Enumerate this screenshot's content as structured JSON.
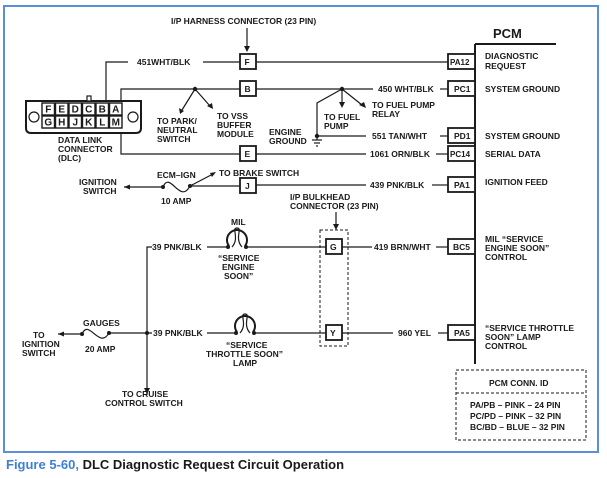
{
  "caption": {
    "figure_number": "Figure 5-60,",
    "title": "DLC Diagnostic Request Circuit Operation",
    "figure_color": "#3d7fd6"
  },
  "pcm": {
    "title": "PCM",
    "pins": [
      {
        "pin": "PA12",
        "function_lines": [
          "DIAGNOSTIC",
          "REQUEST"
        ],
        "wire": ""
      },
      {
        "pin": "PC1",
        "function_lines": [
          "SYSTEM GROUND"
        ],
        "wire": "450 WHT/BLK"
      },
      {
        "pin": "PD1",
        "function_lines": [
          "SYSTEM GROUND"
        ],
        "wire": "551 TAN/WHT"
      },
      {
        "pin": "PC14",
        "function_lines": [
          "SERIAL DATA"
        ],
        "wire": "1061 ORN/BLK"
      },
      {
        "pin": "PA1",
        "function_lines": [
          "IGNITION FEED"
        ],
        "wire": "439 PNK/BLK"
      },
      {
        "pin": "BC5",
        "function_lines": [
          "MIL “SERVICE",
          "ENGINE SOON”",
          "CONTROL"
        ],
        "wire": "419 BRN/WHT"
      },
      {
        "pin": "PA5",
        "function_lines": [
          "“SERVICE THROTTLE",
          "SOON” LAMP",
          "CONTROL"
        ],
        "wire": "960 YEL"
      }
    ]
  },
  "ip_harness_connector": {
    "label": "I/P HARNESS CONNECTOR (23 PIN)",
    "pins": [
      "F",
      "B",
      "E",
      "J"
    ]
  },
  "ip_bulkhead_connector": {
    "label_lines": [
      "I/P BULKHEAD",
      "CONNECTOR (23 PIN)"
    ],
    "pins": [
      "G",
      "Y"
    ]
  },
  "dlc": {
    "top_row": [
      "F",
      "E",
      "D",
      "C",
      "B",
      "A"
    ],
    "bottom_row": [
      "G",
      "H",
      "J",
      "K",
      "L",
      "M"
    ],
    "label_lines": [
      "DATA LINK",
      "CONNECTOR",
      "(DLC)"
    ]
  },
  "wires": {
    "dlc_diag": "451WHT/BLK",
    "mil_feed": "39 PNK/BLK",
    "throttle_feed": "39 PNK/BLK"
  },
  "labels": {
    "to_park_neutral": [
      "TO PARK/",
      "NEUTRAL",
      "SWITCH"
    ],
    "to_vss": [
      "TO VSS",
      "BUFFER",
      "MODULE"
    ],
    "to_fuel_pump": [
      "TO FUEL",
      "PUMP"
    ],
    "to_fuel_pump_relay": [
      "TO FUEL PUMP",
      "RELAY"
    ],
    "engine_ground": [
      "ENGINE",
      "GROUND"
    ],
    "ignition_switch": [
      "IGNITION",
      "SWITCH"
    ],
    "to_ignition_switch": [
      "TO",
      "IGNITION",
      "SWITCH"
    ],
    "to_brake_switch": "TO BRAKE SWITCH",
    "to_cruise": [
      "TO CRUISE",
      "CONTROL SWITCH"
    ]
  },
  "fuses": {
    "ecm_ign": {
      "name": "ECM–IGN",
      "rating": "10 AMP"
    },
    "gauges": {
      "name": "GAUGES",
      "rating": "20 AMP"
    }
  },
  "lamps": {
    "mil": {
      "name": "MIL",
      "label_lines": [
        "“SERVICE",
        "ENGINE",
        "SOON”"
      ]
    },
    "throttle": {
      "label_lines": [
        "“SERVICE",
        "THROTTLE SOON”",
        "LAMP"
      ]
    }
  },
  "pcm_conn_id": {
    "title": "PCM CONN. ID",
    "rows": [
      "PA/PB – PINK – 24 PIN",
      "PC/PD – PINK – 32 PIN",
      "BC/BD – BLUE – 32 PIN"
    ]
  }
}
